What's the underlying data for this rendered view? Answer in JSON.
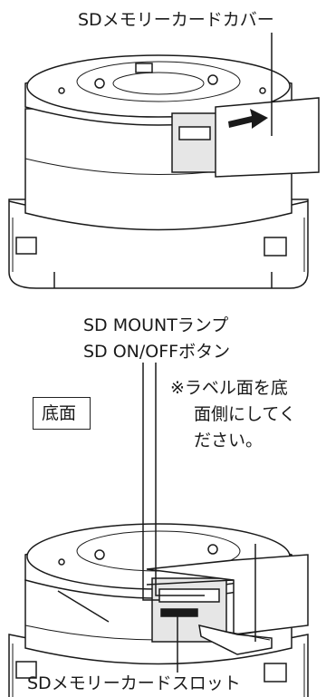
{
  "labels": {
    "card_cover": "SDメモリーカードカバー",
    "mount_lamp": "SD MOUNTランプ",
    "on_off_button": "SD ON/OFFボタン",
    "note_line1": "※ラベル面を底",
    "note_line2": "面側にしてく",
    "note_line3": "ださい。",
    "bottom_face": "底面",
    "card_slot": "SDメモリーカードスロット"
  },
  "colors": {
    "line": "#1a1a1a",
    "fill": "#ffffff",
    "shade": "#d9d9d9"
  }
}
